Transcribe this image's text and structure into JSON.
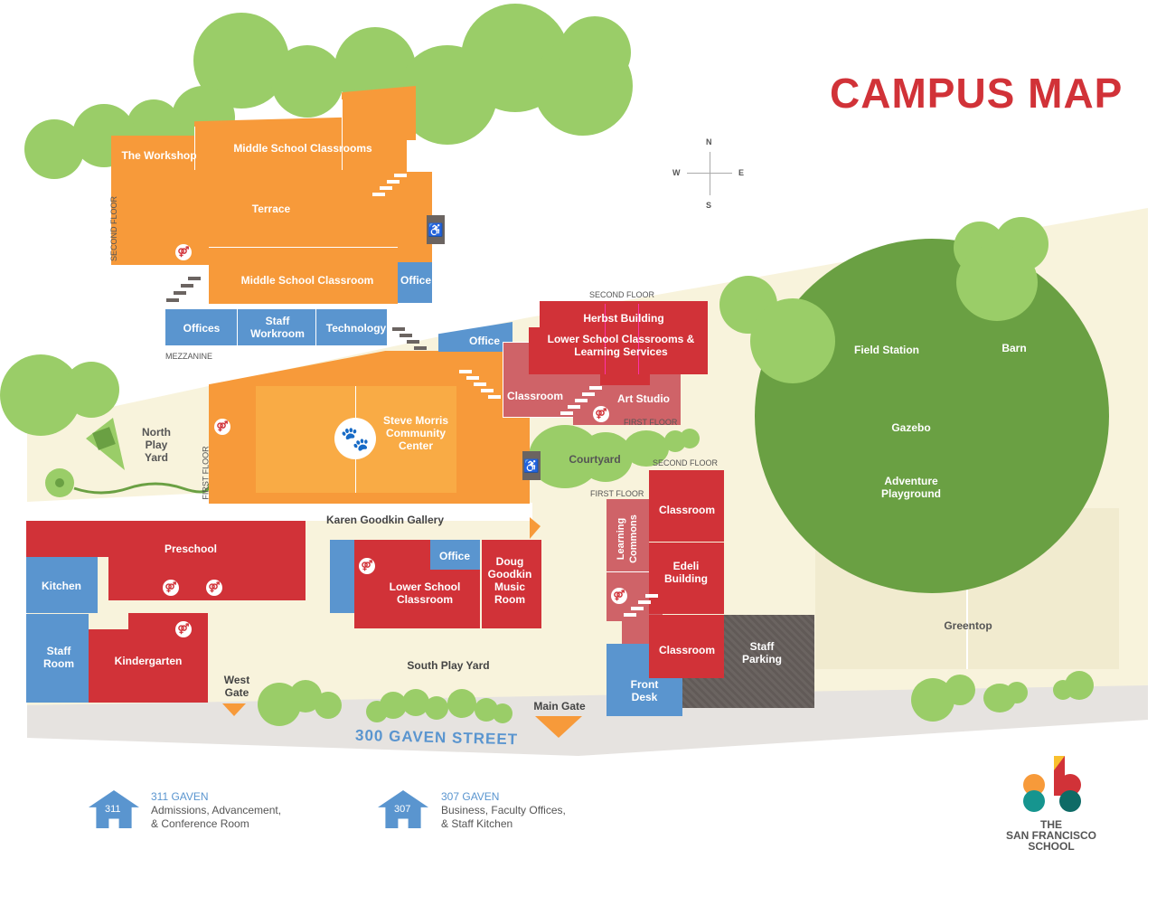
{
  "title": "CAMPUS MAP",
  "compass": {
    "n": "N",
    "s": "S",
    "e": "E",
    "w": "W"
  },
  "labels": {
    "workshop": "The Workshop",
    "ms_classrooms": "Middle School Classrooms",
    "terrace": "Terrace",
    "ms_classroom": "Middle School Classroom",
    "office_top": "Office",
    "second_floor_v": "SECOND FLOOR",
    "offices": "Offices",
    "staff_workroom": "Staff Workroom",
    "technology": "Technology",
    "mezzanine": "MEZZANINE",
    "office_mid": "Office",
    "steve_morris": "Steve Morris Community Center",
    "first_floor_v": "FIRST FLOOR",
    "north_play_yard": "North Play Yard",
    "herbst_second": "SECOND FLOOR",
    "herbst": "Herbst Building",
    "lower_school_ls": "Lower School Classrooms & Learning Services",
    "classroom_pink": "Classroom",
    "art_studio": "Art Studio",
    "herbst_first": "FIRST FLOOR",
    "courtyard": "Courtyard",
    "edeli_second": "SECOND FLOOR",
    "edeli_first": "FIRST FLOOR",
    "classroom_top": "Classroom",
    "learning_commons": "Learning Commons",
    "edeli": "Edeli Building",
    "classroom_bottom": "Classroom",
    "front_desk": "Front Desk",
    "staff_parking": "Staff Parking",
    "field_station": "Field Station",
    "barn": "Barn",
    "gazebo": "Gazebo",
    "adventure": "Adventure Playground",
    "greentop": "Greentop",
    "gallery": "Karen Goodkin Gallery",
    "preschool": "Preschool",
    "kitchen": "Kitchen",
    "staff_room": "Staff Room",
    "kindergarten": "Kindergarten",
    "office_ls": "Office",
    "lower_school_classroom": "Lower School Classroom",
    "doug_goodkin": "Doug Goodkin Music Room",
    "south_play_yard": "South Play Yard",
    "west_gate": "West Gate",
    "main_gate": "Main Gate",
    "street": "300 GAVEN STREET"
  },
  "buildings": [
    {
      "number": "311",
      "name": "311 GAVEN",
      "line1": "Admissions, Advancement,",
      "line2": "& Conference Room"
    },
    {
      "number": "307",
      "name": "307 GAVEN",
      "line1": "Business, Faculty Offices,",
      "line2": "& Staff Kitchen"
    }
  ],
  "logo": {
    "line1": "THE",
    "line2": "SAN FRANCISCO",
    "line3": "SCHOOL"
  },
  "colors": {
    "orange": "#f79a3a",
    "red": "#d13238",
    "blue": "#5a95cf",
    "green": "#9acd68",
    "dark_green": "#6aa043",
    "beige": "#f8f3dc"
  }
}
